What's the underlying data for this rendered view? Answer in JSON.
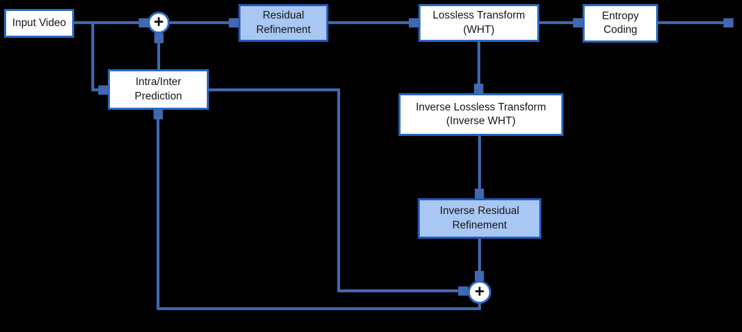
{
  "diagram": {
    "type": "block-diagram",
    "subject": "lossless video coding pipeline",
    "background_color": "#000000",
    "connector_color": "#4168B1",
    "node_border_color": "#2A6AC0",
    "accent_border_color": "#2159B8",
    "accent_fill_color": "#A8C7F2",
    "node_fill_color": "#FFFFFF",
    "text_color": "#161616",
    "adder_symbol": "+",
    "nodes": {
      "input_video": {
        "line1": "Input Video",
        "line2": ""
      },
      "residual_refinement": {
        "line1": "Residual",
        "line2": "Refinement"
      },
      "lossless_transform": {
        "line1": "Lossless Transform",
        "line2": "(WHT)"
      },
      "entropy_coding": {
        "line1": "Entropy",
        "line2": "Coding"
      },
      "intra_inter_prediction": {
        "line1": "Intra/Inter",
        "line2": "Prediction"
      },
      "inverse_lossless_transform": {
        "line1": "Inverse Lossless Transform",
        "line2": "(Inverse WHT)"
      },
      "inverse_residual_refinement": {
        "line1": "Inverse Residual",
        "line2": "Refinement"
      }
    },
    "edges": [
      {
        "from": "input_video",
        "to": "adder_top"
      },
      {
        "from": "input_video",
        "to": "intra_inter_prediction"
      },
      {
        "from": "intra_inter_prediction",
        "to": "adder_top"
      },
      {
        "from": "adder_top",
        "to": "residual_refinement"
      },
      {
        "from": "residual_refinement",
        "to": "lossless_transform"
      },
      {
        "from": "lossless_transform",
        "to": "entropy_coding"
      },
      {
        "from": "entropy_coding",
        "to": "output"
      },
      {
        "from": "lossless_transform",
        "to": "inverse_lossless_transform"
      },
      {
        "from": "inverse_lossless_transform",
        "to": "inverse_residual_refinement"
      },
      {
        "from": "inverse_residual_refinement",
        "to": "adder_bottom"
      },
      {
        "from": "intra_inter_prediction",
        "to": "adder_bottom"
      },
      {
        "from": "adder_bottom",
        "to": "intra_inter_prediction"
      }
    ]
  }
}
